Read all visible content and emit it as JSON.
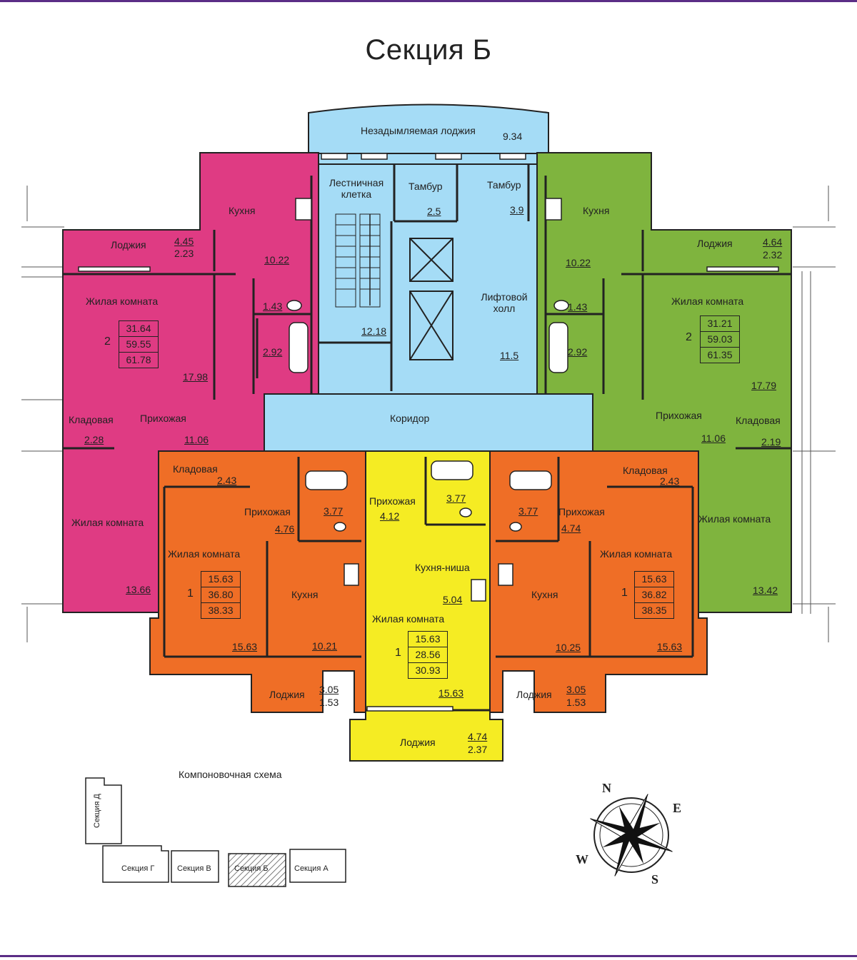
{
  "title": "Секция Б",
  "colors": {
    "apt_2room_left": "#df3b83",
    "apt_2room_right": "#7fb43e",
    "apt_1room": "#ef6e26",
    "studio": "#f5ec23",
    "common": "#a5dcf6",
    "frame": "#5b2d86"
  },
  "common": {
    "loggia_label": "Незадымляемая лоджия",
    "loggia_area": "9.34",
    "stair_label": "Лестничная клетка",
    "stair_area": "12.18",
    "tambur_left_label": "Тамбур",
    "tambur_left_area": "2.5",
    "tambur_right_label": "Тамбур",
    "tambur_right_area": "3.9",
    "lift_hall_label": "Лифтовой холл",
    "lift_hall_area": "11.5",
    "corridor_label": "Коридор"
  },
  "apt_left": {
    "kitchen_label": "Кухня",
    "kitchen_area": "10.22",
    "loggia_label": "Лоджия",
    "loggia_area1": "4.45",
    "loggia_area2": "2.23",
    "living1_label": "Жилая комната",
    "living1_area": "17.98",
    "wc_area": "1.43",
    "bath_area": "2.92",
    "rooms": "2",
    "totals": [
      "31.64",
      "59.55",
      "61.78"
    ],
    "storage_label": "Кладовая",
    "storage_area": "2.28",
    "hall_label": "Прихожая",
    "hall_area": "11.06",
    "living2_label": "Жилая комната",
    "living2_area": "13.66"
  },
  "apt_right": {
    "kitchen_label": "Кухня",
    "kitchen_area": "10.22",
    "loggia_label": "Лоджия",
    "loggia_area1": "4.64",
    "loggia_area2": "2.32",
    "living1_label": "Жилая комната",
    "living1_area": "17.79",
    "wc_area": "1.43",
    "bath_area": "2.92",
    "rooms": "2",
    "totals": [
      "31.21",
      "59.03",
      "61.35"
    ],
    "storage_label": "Кладовая",
    "storage_area": "2.19",
    "hall_label": "Прихожая",
    "hall_area": "11.06",
    "living2_label": "Жилая комната",
    "living2_area": "13.42"
  },
  "apt_1_left": {
    "storage_label": "Кладовая",
    "storage_area": "2.43",
    "hall_label": "Прихожая",
    "hall_area": "4.76",
    "bath_area": "3.77",
    "living_label": "Жилая комната",
    "living_area": "15.63",
    "kitchen_label": "Кухня",
    "kitchen_area": "10.21",
    "rooms": "1",
    "totals": [
      "15.63",
      "36.80",
      "38.33"
    ],
    "loggia_label": "Лоджия",
    "loggia_area1": "3.05",
    "loggia_area2": "1.53"
  },
  "apt_1_right": {
    "storage_label": "Кладовая",
    "storage_area": "2.43",
    "hall_label": "Прихожая",
    "hall_area": "4.74",
    "bath_area": "3.77",
    "living_label": "Жилая комната",
    "living_area": "15.63",
    "kitchen_label": "Кухня",
    "kitchen_area": "10.25",
    "rooms": "1",
    "totals": [
      "15.63",
      "36.82",
      "38.35"
    ],
    "loggia_label": "Лоджия",
    "loggia_area1": "3.05",
    "loggia_area2": "1.53"
  },
  "studio": {
    "hall_label": "Прихожая",
    "hall_area": "4.12",
    "bath_area": "3.77",
    "niche_label": "Кухня-ниша",
    "niche_area": "5.04",
    "living_label": "Жилая комната",
    "living_area": "15.63",
    "rooms": "1",
    "totals": [
      "15.63",
      "28.56",
      "30.93"
    ],
    "loggia_label": "Лоджия",
    "loggia_area1": "4.74",
    "loggia_area2": "2.37"
  },
  "schema": {
    "title": "Компоновочная схема",
    "sections": [
      "Секция Д",
      "Секция Г",
      "Секция В",
      "Секция Б",
      "Секция А"
    ]
  },
  "compass": {
    "n": "N",
    "e": "E",
    "s": "S",
    "w": "W"
  }
}
